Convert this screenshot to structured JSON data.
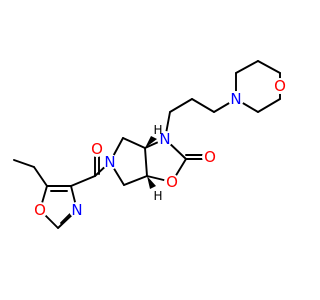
{
  "colors": {
    "bond": "#000000",
    "nitrogen": "#0000ff",
    "oxygen": "#ff0000",
    "stereo_h": "#000000"
  },
  "atoms": {
    "morpholine_o": "O",
    "morpholine_n": "N",
    "carbamate_n": "N",
    "carbamate_carbonyl_o": "O",
    "ring_o": "O",
    "pyrrolidine_n": "N",
    "amide_o": "O",
    "oxazole_o": "O",
    "oxazole_n": "N",
    "stereo_h_top": "H",
    "stereo_h_bottom": "H"
  }
}
